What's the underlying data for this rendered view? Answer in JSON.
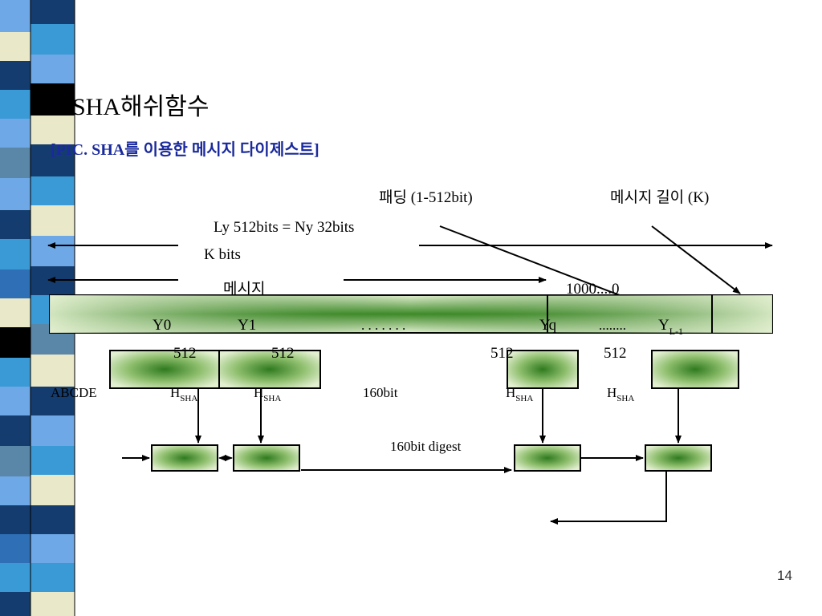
{
  "slide": {
    "title": "SHA해쉬함수",
    "subtitle": "[PIC.  SHA를 이용한 메시지 다이제스트]",
    "page_number": "14"
  },
  "diagram": {
    "padding_label": "패딩 (1-512bit)",
    "length_label": "메시지 길이 (K)",
    "ly_label": "Ly 512bits = Ny 32bits",
    "kbits_label": "K bits",
    "message_label": "메시지",
    "padding_bits": "1000....0",
    "blocks": {
      "y0": "Y0",
      "y1": "Y1",
      "dots": ". . . . . . .",
      "yq": "Yq",
      "dots2": "........",
      "yl_main": "Y",
      "yl_sub": "L-1"
    },
    "block_sizes": [
      "512",
      "512",
      "512",
      "512"
    ],
    "abcde": "ABCDE",
    "h_main": "H",
    "h_sub": "SHA",
    "bit160": "160bit",
    "digest": "160bit digest"
  },
  "colors": {
    "stripe_dark_blue": "#143c6e",
    "stripe_light_blue": "#6ea8e6",
    "stripe_cyan": "#3a9ad6",
    "stripe_cream": "#e9e8c8",
    "stripe_black": "#000000",
    "stripe_mid_blue": "#2f6fb6",
    "stripe_gray_blue": "#5a86a8",
    "green_light": "#e2efd0",
    "green_dark": "#2f7a1e",
    "subtitle": "#1a2a9c"
  }
}
